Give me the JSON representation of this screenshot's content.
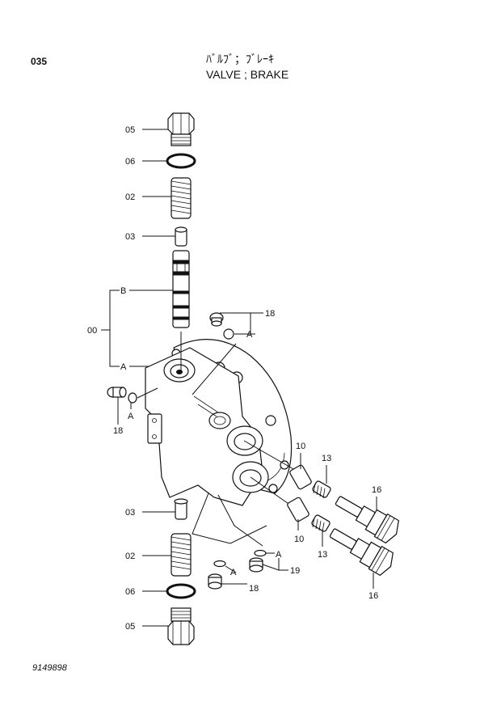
{
  "header": {
    "page_number": "035",
    "title_jp": "ﾊﾞﾙﾌﾞ；ﾌﾞﾚｰｷ",
    "title_en": "VALVE ; BRAKE"
  },
  "labels": {
    "p00": "00",
    "p02": "02",
    "p03": "03",
    "p05": "05",
    "p06": "06",
    "p10": "10",
    "p13": "13",
    "p16": "16",
    "p18": "18",
    "p19": "19",
    "a": "A",
    "b": "B"
  },
  "footer": {
    "drawing_number": "9149898"
  }
}
